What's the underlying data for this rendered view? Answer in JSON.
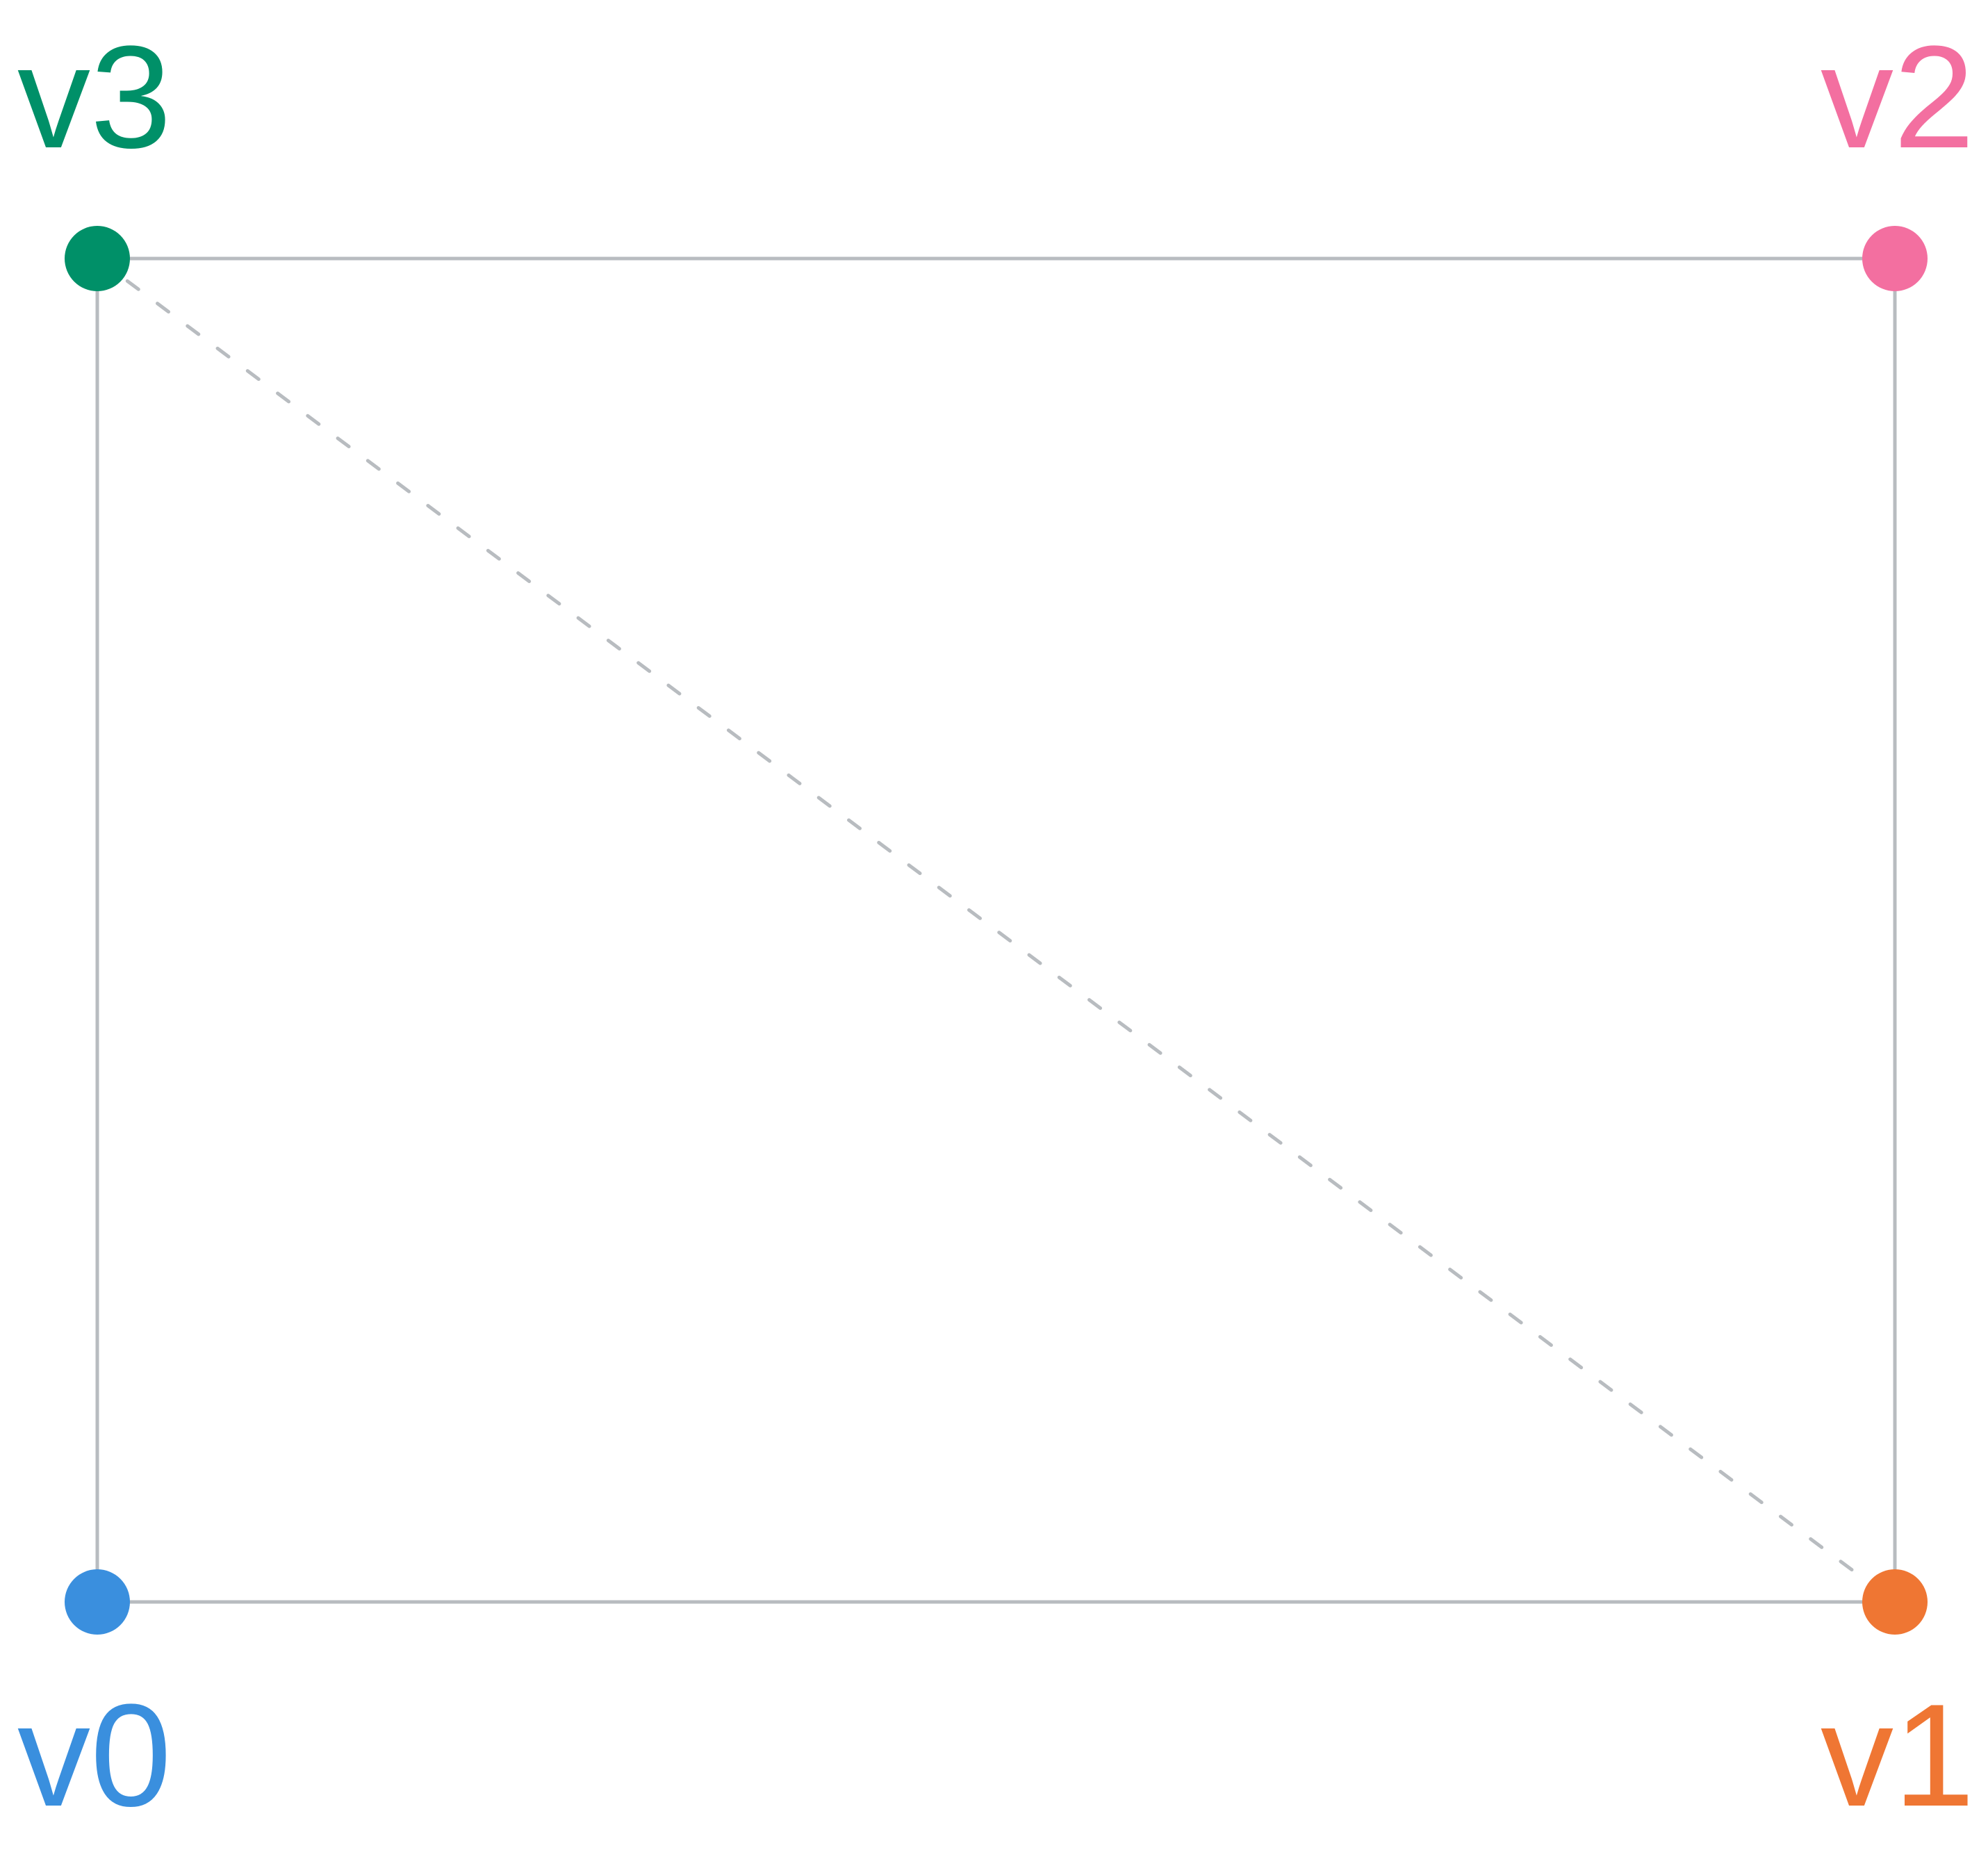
{
  "diagram": {
    "vertices": [
      {
        "id": "v0",
        "label": "v0",
        "color": "#3A8FDE"
      },
      {
        "id": "v1",
        "label": "v1",
        "color": "#EF7633"
      },
      {
        "id": "v2",
        "label": "v2",
        "color": "#F36FA0"
      },
      {
        "id": "v3",
        "label": "v3",
        "color": "#009068"
      }
    ],
    "edges": [
      {
        "from": "v0",
        "to": "v1",
        "style": "solid"
      },
      {
        "from": "v1",
        "to": "v2",
        "style": "solid"
      },
      {
        "from": "v2",
        "to": "v3",
        "style": "solid"
      },
      {
        "from": "v3",
        "to": "v0",
        "style": "solid"
      },
      {
        "from": "v3",
        "to": "v1",
        "style": "dashed"
      }
    ],
    "edge_color": "#B8BCC0"
  }
}
